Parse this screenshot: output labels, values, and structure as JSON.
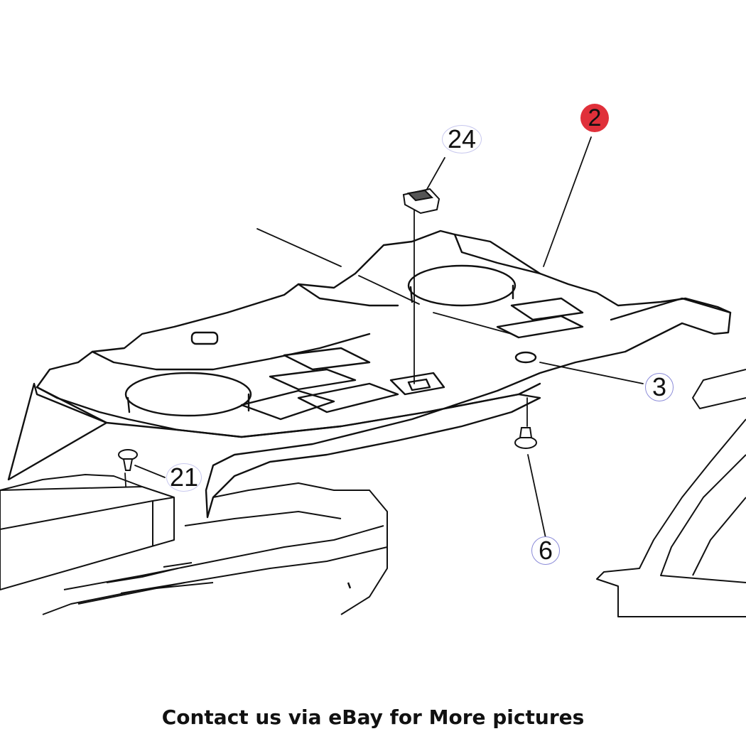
{
  "callouts": [
    {
      "id": "2",
      "label": "2",
      "highlight": true
    },
    {
      "id": "24",
      "label": "24",
      "highlight": false
    },
    {
      "id": "3",
      "label": "3",
      "highlight": false
    },
    {
      "id": "21",
      "label": "21",
      "highlight": false
    },
    {
      "id": "6",
      "label": "6",
      "highlight": false
    }
  ],
  "colors": {
    "line": "#111111",
    "highlight_fill": "#e0303a",
    "callout_ring": "#8a8ad8",
    "background": "#ffffff"
  },
  "caption": "Contact us via eBay for More pictures"
}
